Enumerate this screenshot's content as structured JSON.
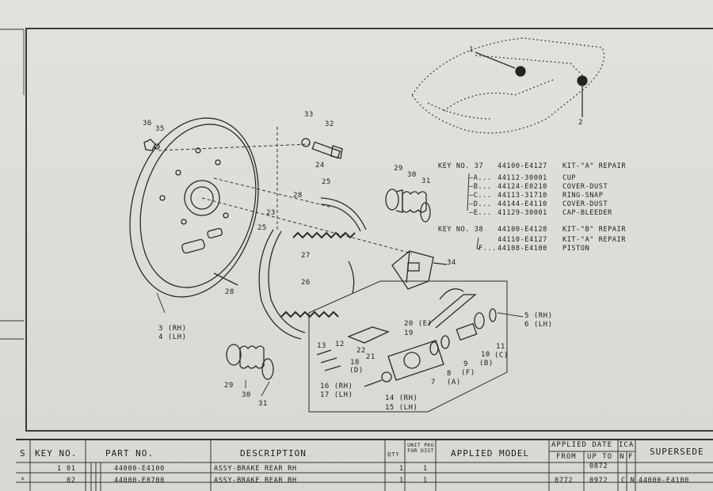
{
  "diagram": {
    "callouts": [
      "1",
      "2",
      "3 (RH)",
      "4 (LH)",
      "5 (RH)",
      "6 (LH)",
      "7",
      "8",
      "(A)",
      "9",
      "(F)",
      "10",
      "(B)",
      "11",
      "(C)",
      "12",
      "13",
      "14 (RH)",
      "15 (LH)",
      "16 (RH)",
      "17 (LH)",
      "18",
      "(D)",
      "19",
      "20 (E)",
      "21",
      "22",
      "23",
      "24",
      "25",
      "26",
      "27",
      "28",
      "29",
      "30",
      "31",
      "32",
      "33",
      "34",
      "35",
      "36"
    ],
    "kit_info": [
      {
        "key": "KEY NO. 37",
        "part": "44100-E4127",
        "desc": "KIT-\"A\" REPAIR"
      },
      {
        "key": "—A...",
        "part": "44112-30001",
        "desc": "CUP"
      },
      {
        "key": "—B...",
        "part": "44124-E0210",
        "desc": "COVER-DUST"
      },
      {
        "key": "—C...",
        "part": "44113-31710",
        "desc": "RING-SNAP"
      },
      {
        "key": "—D...",
        "part": "44144-E4110",
        "desc": "COVER-DUST"
      },
      {
        "key": "—E...",
        "part": "41129-30001",
        "desc": "CAP-BLEEDER"
      },
      {
        "key": "KEY NO. 38",
        "part": "44100-E4128",
        "desc": "KIT-\"B\" REPAIR"
      },
      {
        "key": "",
        "part": "44110-E4127",
        "desc": "KIT-\"A\" REPAIR"
      },
      {
        "key": "F...",
        "part": "44108-E4100",
        "desc": "PISTON"
      }
    ]
  },
  "table": {
    "headers": {
      "s": "S",
      "key_no": "KEY NO.",
      "part_no": "PART NO.",
      "description": "DESCRIPTION",
      "qty": "QTY",
      "unit_pkg": "UNIT PKG FOR DIST",
      "applied_model": "APPLIED MODEL",
      "applied_date": "APPLIED DATE",
      "from": "FROM",
      "up_to": "UP TO",
      "ica": "ICA",
      "n": "N",
      "f": "F",
      "supersede": "SUPERSEDE"
    },
    "rows": [
      {
        "mark": "",
        "key": "1",
        "sub": "01",
        "part": "44000-E4100",
        "desc": "ASSY-BRAKE REAR RH",
        "qty": "1",
        "pkg": "1",
        "from": "",
        "upto": "0872",
        "ica": "",
        "sup": ""
      },
      {
        "mark": "*",
        "key": "",
        "sub": "02",
        "part": "44000-E8700",
        "desc": "ASSY-BRAKE REAR RH",
        "qty": "1",
        "pkg": "1",
        "from": "0772",
        "upto": "0972",
        "ica": "C N",
        "sup": "44000-E4100"
      }
    ]
  }
}
